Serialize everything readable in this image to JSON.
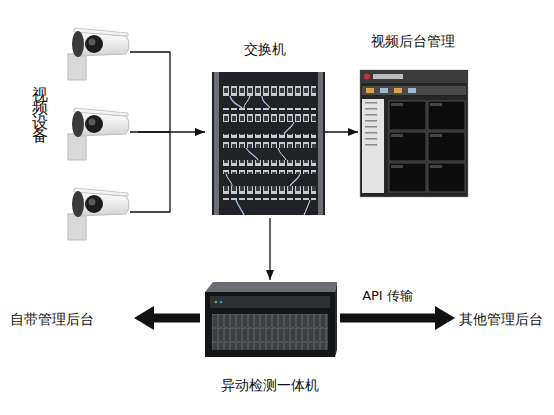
{
  "diagram": {
    "nodes": [
      {
        "text": [
          "视频设备"
        ]
      },
      {
        "text": [
          "交换机"
        ]
      },
      {
        "text": [
          "视频后台管理"
        ]
      },
      {
        "text": [
          "异动检测一体机"
        ]
      },
      {
        "text": [
          "自带管理后台"
        ]
      },
      {
        "text": [
          "其他管理后台"
        ]
      }
    ],
    "edges": [
      {
        "from": 0,
        "to": 1,
        "arrow": "to"
      },
      {
        "from": 1,
        "to": 2,
        "arrow": "to"
      },
      {
        "from": 1,
        "to": 3,
        "arrow": "to"
      },
      {
        "from": 3,
        "to": 4,
        "arrow": "to"
      },
      {
        "from": 3,
        "to": 5,
        "label": "API 传输",
        "arrow": "to"
      }
    ]
  }
}
